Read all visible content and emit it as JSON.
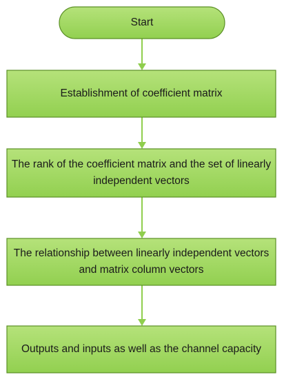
{
  "flowchart": {
    "colors": {
      "fill": "#92d050",
      "fill_light": "#b5e27a",
      "stroke": "#5a8f25",
      "arrow": "#8fce4d"
    },
    "nodes": [
      {
        "id": "start",
        "shape": "rounded",
        "label": "Start"
      },
      {
        "id": "step1",
        "shape": "rect",
        "label": "Establishment of coefficient matrix"
      },
      {
        "id": "step2",
        "shape": "rect",
        "label": "The rank of the coefficient matrix and the set of linearly independent vectors"
      },
      {
        "id": "step3",
        "shape": "rect",
        "label": "The relationship between linearly independent vectors and matrix column vectors"
      },
      {
        "id": "step4",
        "shape": "rect",
        "label": "Outputs and inputs as well as the channel capacity"
      }
    ],
    "edges": [
      {
        "from": "start",
        "to": "step1"
      },
      {
        "from": "step1",
        "to": "step2"
      },
      {
        "from": "step2",
        "to": "step3"
      },
      {
        "from": "step3",
        "to": "step4"
      }
    ]
  }
}
